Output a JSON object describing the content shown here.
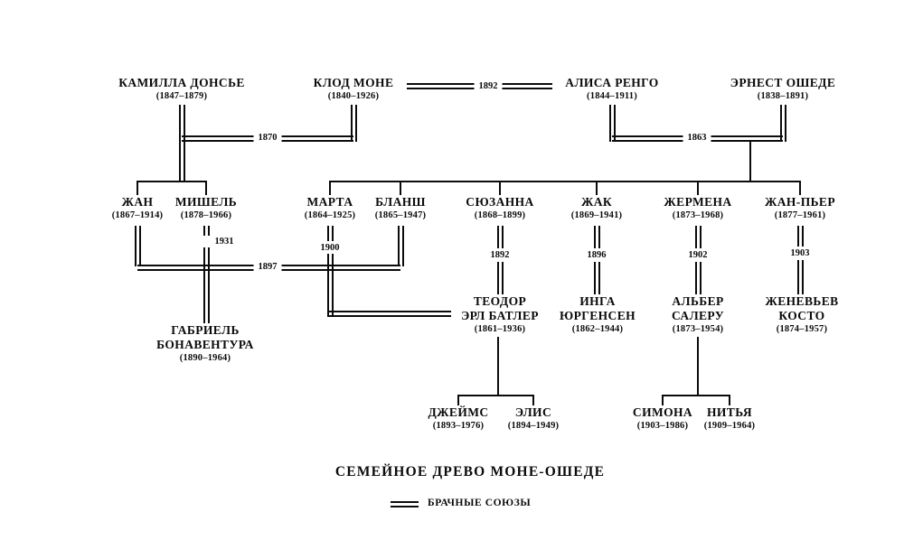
{
  "title": "СЕМЕЙНОЕ ДРЕВО МОНЕ-ОШЕДЕ",
  "legend_label": "БРАЧНЫЕ СОЮЗЫ",
  "colors": {
    "ink": "#0b0b0b",
    "background": "#ffffff"
  },
  "people": {
    "camilla": {
      "name": "КАМИЛЛА ДОНСЬЕ",
      "years": "(1847–1879)"
    },
    "claude": {
      "name": "КЛОД МОНЕ",
      "years": "(1840–1926)"
    },
    "alice": {
      "name": "АЛИСА РЕНГО",
      "years": "(1844–1911)"
    },
    "ernest": {
      "name": "ЭРНЕСТ ОШЕДЕ",
      "years": "(1838–1891)"
    },
    "jean": {
      "name": "ЖАН",
      "years": "(1867–1914)"
    },
    "michel": {
      "name": "МИШЕЛЬ",
      "years": "(1878–1966)"
    },
    "marta": {
      "name": "МАРТА",
      "years": "(1864–1925)"
    },
    "blanche": {
      "name": "БЛАНШ",
      "years": "(1865–1947)"
    },
    "suzanne": {
      "name": "СЮЗАННА",
      "years": "(1868–1899)"
    },
    "jacques": {
      "name": "ЖАК",
      "years": "(1869–1941)"
    },
    "germaine": {
      "name": "ЖЕРМЕНА",
      "years": "(1873–1968)"
    },
    "jeanpierre": {
      "name": "ЖАН-ПЬЕР",
      "years": "(1877–1961)"
    },
    "gabrielle": {
      "name": "ГАБРИЕЛЬ",
      "name2": "БОНАВЕНТУРА",
      "years": "(1890–1964)"
    },
    "theodore": {
      "name": "ТЕОДОР",
      "name2": "ЭРЛ БАТЛЕР",
      "years": "(1861–1936)"
    },
    "inga": {
      "name": "ИНГА",
      "name2": "ЮРГЕНСЕН",
      "years": "(1862–1944)"
    },
    "albert": {
      "name": "АЛЬБЕР",
      "name2": "САЛЕРУ",
      "years": "(1873–1954)"
    },
    "genevieve": {
      "name": "ЖЕНЕВЬЕВ",
      "name2": "КОСТО",
      "years": "(1874–1957)"
    },
    "james": {
      "name": "ДЖЕЙМС",
      "years": "(1893–1976)"
    },
    "alis": {
      "name": "ЭЛИС",
      "years": "(1894–1949)"
    },
    "simone": {
      "name": "СИМОНА",
      "years": "(1903–1986)"
    },
    "nitya": {
      "name": "НИТЬЯ",
      "years": "(1909–1964)"
    }
  },
  "marriages": {
    "claude_alice": "1892",
    "camilla_claude": "1870",
    "alice_ernest": "1863",
    "michel_gabrielle": "1931",
    "jean_blanche": "1897",
    "marta_theodore": "1900",
    "suzanne_theodore": "1892",
    "jacques_inga": "1896",
    "germaine_albert": "1902",
    "jeanpierre_genevieve": "1903"
  }
}
